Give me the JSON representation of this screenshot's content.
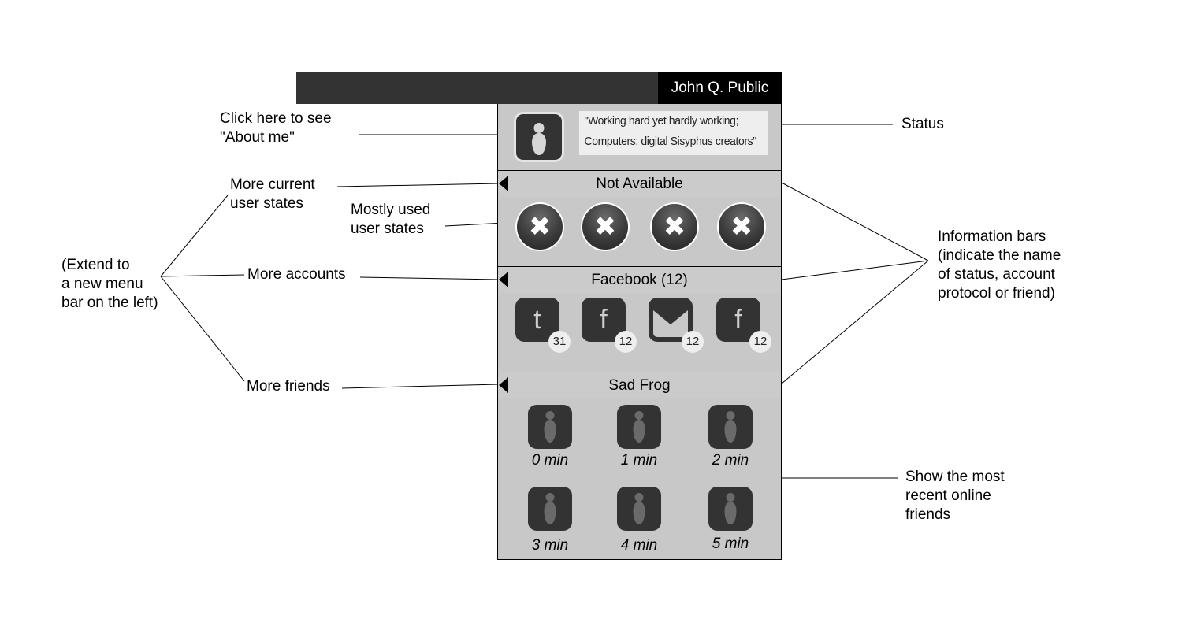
{
  "header": {
    "user_name": "John Q. Public"
  },
  "profile": {
    "avatar_icon": "person-icon",
    "status_lines": [
      "\"Working hard yet hardly working;",
      "Computers: digital Sisyphus creators\""
    ]
  },
  "info_bars": {
    "status": {
      "label": "Not Available",
      "arrow_icon": "triangle-left-icon"
    },
    "account": {
      "label": "Facebook (12)",
      "arrow_icon": "triangle-left-icon"
    },
    "friend": {
      "label": "Sad Frog",
      "arrow_icon": "triangle-left-icon"
    }
  },
  "user_states": [
    {
      "icon": "x-circle-icon",
      "glyph": "✖"
    },
    {
      "icon": "x-circle-icon",
      "glyph": "✖"
    },
    {
      "icon": "x-circle-icon",
      "glyph": "✖"
    },
    {
      "icon": "x-circle-icon",
      "glyph": "✖"
    }
  ],
  "accounts": [
    {
      "icon": "twitter-icon",
      "glyph": "t",
      "count": "31"
    },
    {
      "icon": "facebook-icon",
      "glyph": "f",
      "count": "12"
    },
    {
      "icon": "mail-icon",
      "glyph": "",
      "count": "12"
    },
    {
      "icon": "facebook-icon",
      "glyph": "f",
      "count": "12"
    }
  ],
  "friends": [
    {
      "icon": "person-icon",
      "time": "0 min"
    },
    {
      "icon": "person-icon",
      "time": "1 min"
    },
    {
      "icon": "person-icon",
      "time": "2 min"
    },
    {
      "icon": "person-icon",
      "time": "3 min"
    },
    {
      "icon": "person-icon",
      "time": "4 min"
    },
    {
      "icon": "person-icon",
      "time": "5 min"
    }
  ],
  "annotations": {
    "about_me": [
      "Click here to see",
      "\"About me\""
    ],
    "status": "Status",
    "more_states": [
      "More current",
      "user states"
    ],
    "mostly_used": [
      "Mostly used",
      "user states"
    ],
    "extend": [
      "(Extend to",
      "a new menu",
      "bar on the left)"
    ],
    "more_accounts": "More accounts",
    "more_friends": "More friends",
    "info_bars": [
      "Information bars",
      "(indicate the name",
      "of status, account",
      "protocol or friend)"
    ],
    "recent_friends": [
      "Show the most",
      "recent online",
      "friends"
    ]
  },
  "colors": {
    "topbar": "#333333",
    "namebox": "#000000",
    "panel": "#c8c8c8",
    "icon_dark": "#333333"
  }
}
